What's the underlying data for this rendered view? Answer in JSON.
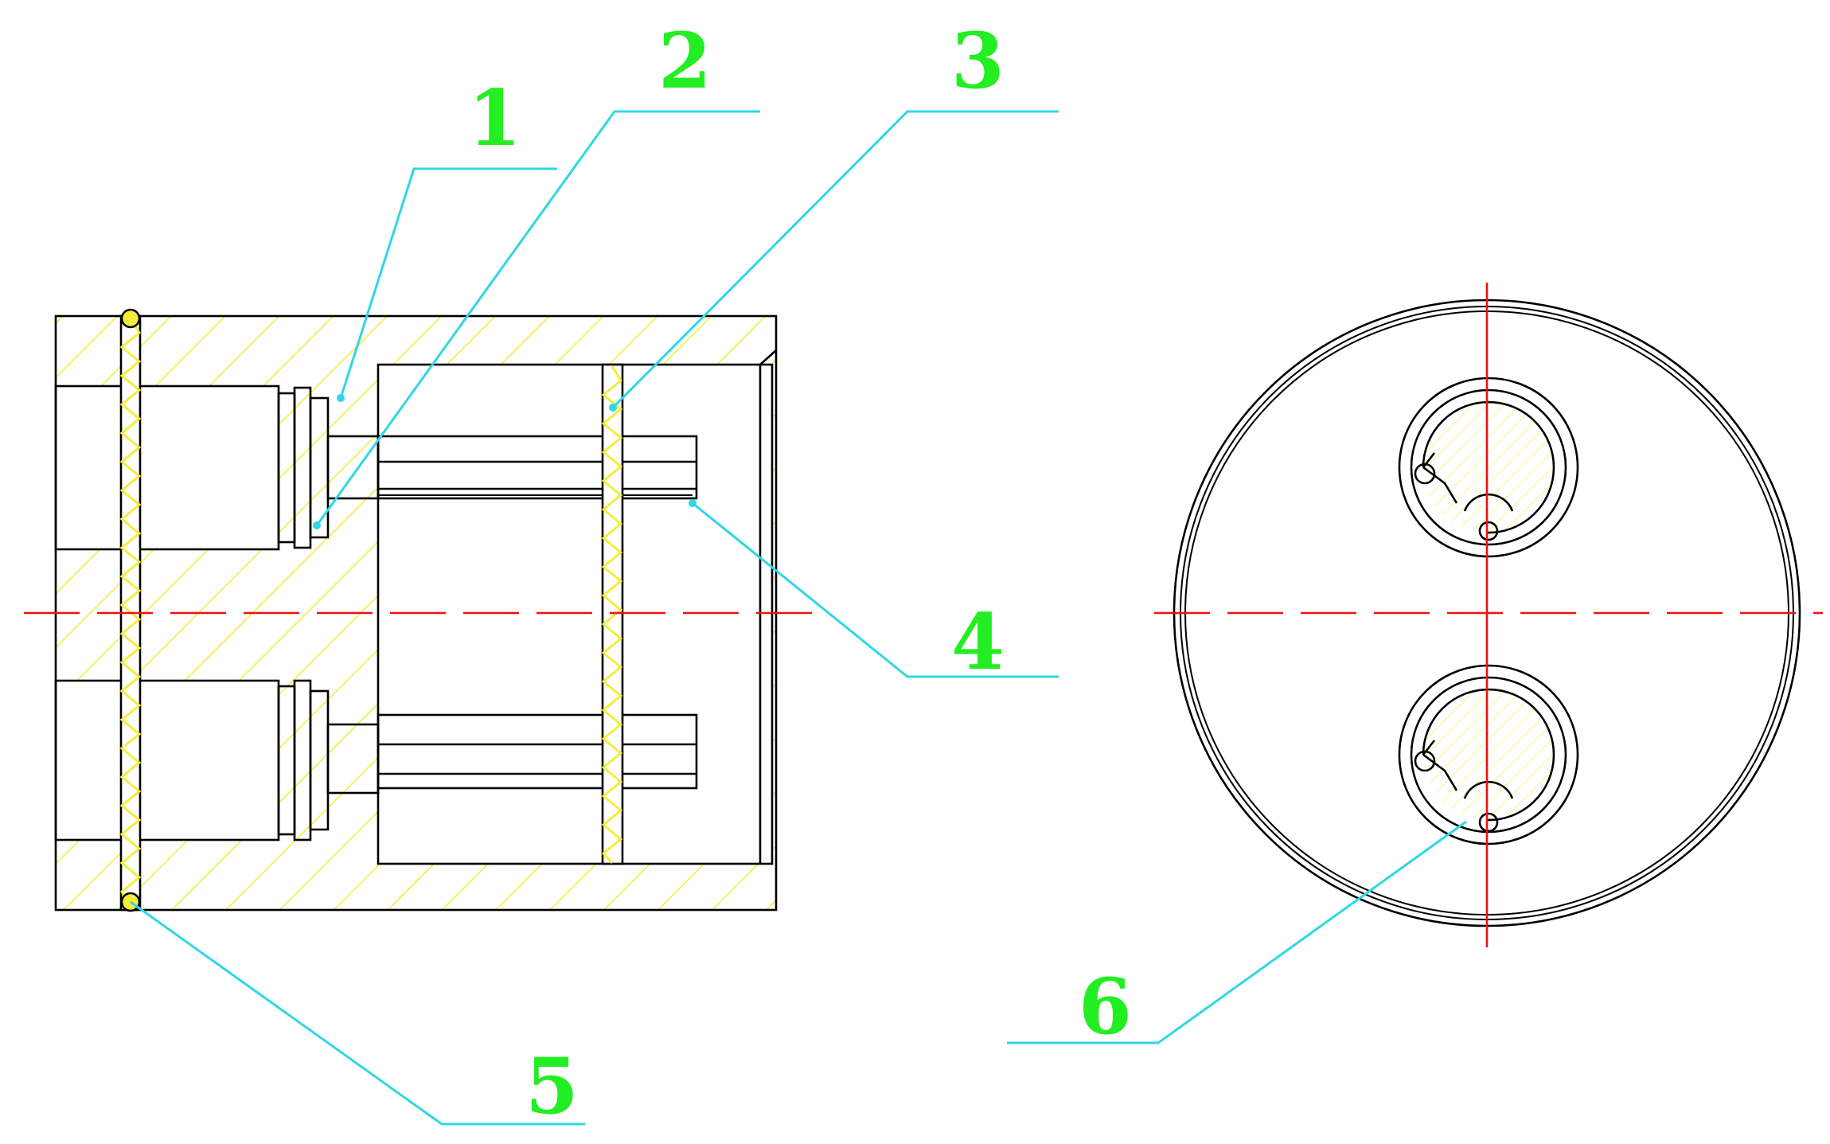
{
  "colors": {
    "outline": "#000000",
    "hatch": "#f2ee3a",
    "leader": "#2fd6e6",
    "label": "#22ee22",
    "centerline": "#ee1111",
    "background": "#ffffff"
  },
  "callouts": [
    {
      "id": "1",
      "label": "1"
    },
    {
      "id": "2",
      "label": "2"
    },
    {
      "id": "3",
      "label": "3"
    },
    {
      "id": "4",
      "label": "4"
    },
    {
      "id": "5",
      "label": "5"
    },
    {
      "id": "6",
      "label": "6"
    }
  ]
}
